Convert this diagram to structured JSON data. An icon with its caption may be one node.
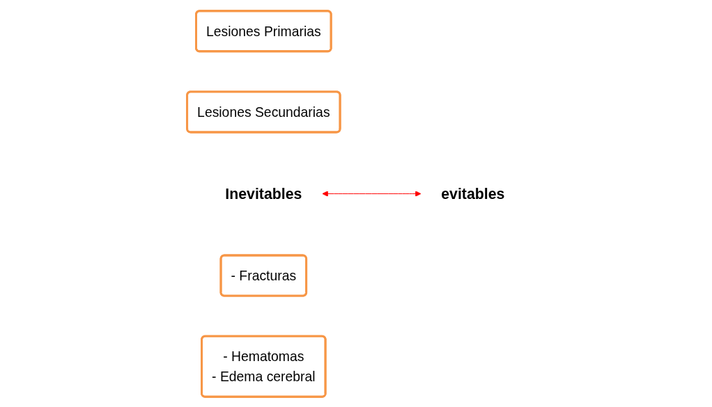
{
  "diagram": {
    "nodes": [
      {
        "text": [
          "Lesiones Primarias"
        ]
      },
      {
        "text": [
          "Lesiones Secundarias"
        ]
      },
      {
        "text": [
          "Inevitables"
        ]
      },
      {
        "text": [
          "evitables"
        ]
      },
      {
        "text": [
          "- Fracturas"
        ]
      },
      {
        "text": [
          "- Hematomas",
          "- Edema cerebral"
        ]
      }
    ],
    "edges": [
      {
        "from": 2,
        "to": 3,
        "arrow": "both",
        "color": "#ff0000"
      }
    ]
  }
}
